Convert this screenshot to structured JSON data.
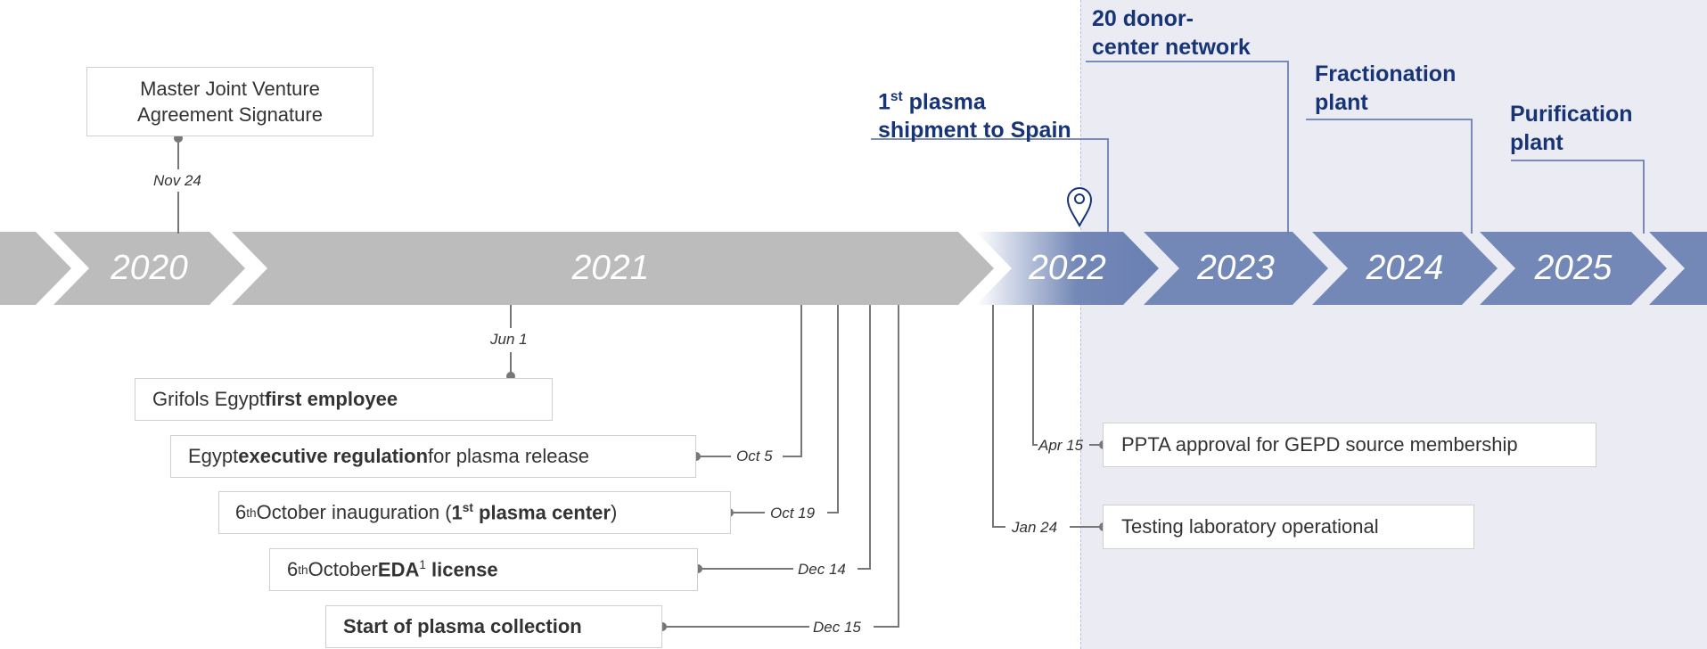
{
  "colors": {
    "past": "#bcbcbc",
    "future": "#7488b7",
    "milestone_text": "#173477",
    "shade": "#ebecf3",
    "connector": "#777777"
  },
  "years": [
    "2020",
    "2021",
    "2022",
    "2023",
    "2024",
    "2025"
  ],
  "top_event": {
    "text": "Master Joint Venture Agreement Signature",
    "date": "Nov 24"
  },
  "events_2021": [
    {
      "pre": "Grifols Egypt ",
      "bold": "first employee",
      "post": "",
      "date": "Jun 1"
    },
    {
      "pre": "Egypt ",
      "bold": "executive regulation",
      "post": " for plasma release",
      "date": "Oct 5"
    },
    {
      "pre": "6",
      "sup_pre": "th",
      "mid": " October inauguration (",
      "bold": "1",
      "sup_bold": "st",
      "bold2": " plasma center",
      "post": ")",
      "date": "Oct 19"
    },
    {
      "pre": "6",
      "sup_pre": "th",
      "mid": " October ",
      "bold": "EDA",
      "sup_bold": "1",
      "bold2": " license",
      "post": "",
      "date": "Dec 14"
    },
    {
      "pre": "",
      "bold": "Start of plasma collection",
      "post": "",
      "date": "Dec 15"
    }
  ],
  "events_2022": [
    {
      "text": "PPTA approval for GEPD source membership",
      "date": "Apr 15"
    },
    {
      "text": "Testing laboratory operational",
      "date": "Jan 24"
    }
  ],
  "milestones": [
    {
      "line1_a": "1",
      "line1_sup": "st",
      "line1_b": " plasma",
      "line2": "shipment to Spain"
    },
    {
      "line1": "20 donor-",
      "line2": "center network"
    },
    {
      "line1": "Fractionation",
      "line2": "plant"
    },
    {
      "line1": "Purification",
      "line2": "plant"
    }
  ],
  "icons": {
    "today_marker": "location-pin-icon"
  }
}
